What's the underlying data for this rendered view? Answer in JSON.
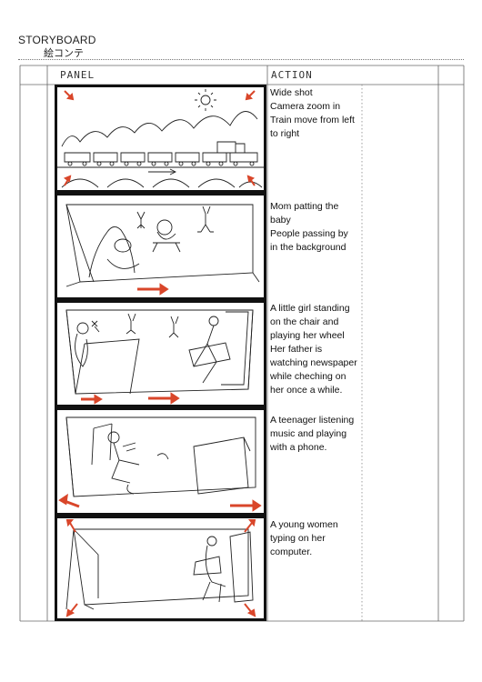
{
  "header": {
    "title": "STORYBOARD",
    "subtitle": "絵コンテ"
  },
  "columns": {
    "panel": "PANEL",
    "action": "ACTION"
  },
  "colors": {
    "arrow": "#d9462a",
    "ink": "#111111",
    "grid": "#666666"
  },
  "panels": [
    {
      "action": "Wide shot\nCamera zoom in\nTrain move from left to right"
    },
    {
      "action": "Mom patting the baby\nPeople passing by in the background"
    },
    {
      "action": "A little girl standing on the chair and playing her wheel\nHer father  is watching newspaper while cheching on her once a while."
    },
    {
      "action": "A teenager listening music and playing with a phone."
    },
    {
      "action": "A young women typing on her computer."
    }
  ]
}
